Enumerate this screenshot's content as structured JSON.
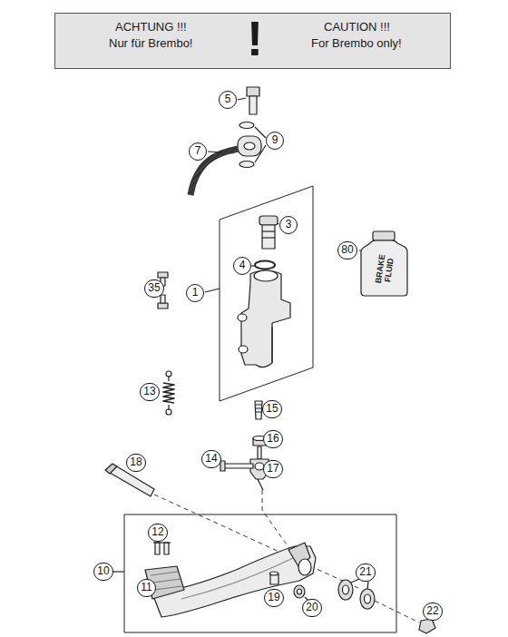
{
  "diagram": {
    "nodes": [
      {
        "text": [
          "ACHTUNG !!!",
          "Nur für Brembo!",
          "!",
          "CAUTION !!!",
          "For Brembo only!"
        ]
      }
    ],
    "labels": [
      "5",
      "9",
      "7",
      "3",
      "80",
      "BRAKE FLUID",
      "4",
      "35",
      "1",
      "13",
      "15",
      "16",
      "14",
      "17",
      "18",
      "12",
      "10",
      "11",
      "21",
      "19",
      "20",
      "22"
    ]
  }
}
